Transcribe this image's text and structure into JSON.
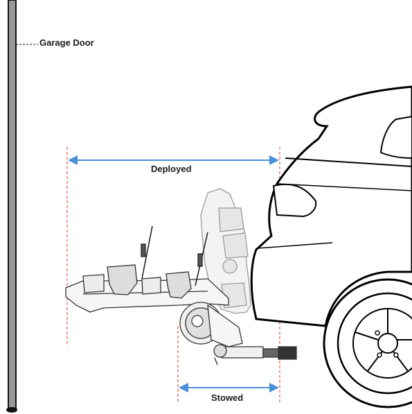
{
  "labels": {
    "garage_door": "Garage Door",
    "deployed": "Deployed",
    "stowed": "Stowed"
  },
  "colors": {
    "dimension_arrow": "#4a90d9",
    "guide_line": "#e05a3a",
    "outline": "#000000",
    "rack_gray": "#888888",
    "door_fill": "#9a9a9a"
  }
}
